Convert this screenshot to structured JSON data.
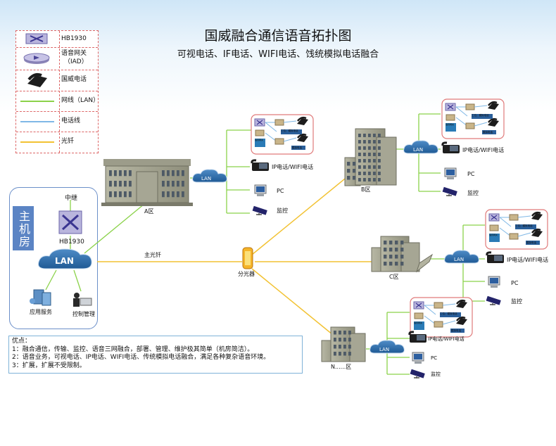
{
  "title": "国威融合通信语音拓扑图",
  "subtitle": "可视电话、IF电话、WIFI电话、饯统模拟电话融合",
  "legend": {
    "items": [
      {
        "label": "HB1930",
        "icon": "switch-icon"
      },
      {
        "label": "语音网关",
        "label2": "（IAD）",
        "icon": "gateway-icon"
      },
      {
        "label": "国威电话",
        "icon": "phone-icon"
      },
      {
        "label": "网线（LAN）",
        "color": "#8bd24a"
      },
      {
        "label": "电话线",
        "color": "#7fb8e6"
      },
      {
        "label": "光钎",
        "color": "#f2c233"
      }
    ]
  },
  "main_room": {
    "label": "主机房",
    "relay_label": "中继",
    "switch_label": "HB1930",
    "lan_label": "LAN",
    "app_server_label": "应用服务",
    "control_label": "控制管理"
  },
  "fiber": {
    "label": "主光钎",
    "splitter_label": "分光器"
  },
  "zones": [
    {
      "name": "A区",
      "lan": "LAN",
      "ipphone": "IP电话/WIFI电话",
      "pc": "PC",
      "monitor": "监控",
      "cluster": {
        "device1": "工位；模拟电话",
        "device2": "语音网关",
        "device3": "模拟电话"
      }
    },
    {
      "name": "B区",
      "lan": "LAN",
      "ipphone": "IP电话/WIFI电话",
      "pc": "PC",
      "monitor": "监控",
      "cluster": {
        "device1": "工位；模拟电话",
        "device2": "语音网关",
        "device3": "模拟电话"
      }
    },
    {
      "name": "C区",
      "lan": "LAN",
      "ipphone": "IP电话/WIFI电话",
      "pc": "PC",
      "monitor": "监控",
      "cluster": {
        "device1": "工位；模拟电话",
        "device2": "语音网关",
        "device3": "模拟电话"
      }
    },
    {
      "name": "N......区",
      "lan": "LAN",
      "ipphone": "IP电话/WIFI电话",
      "pc": "PC",
      "monitor": "监控",
      "cluster": {
        "device1": "工位；模拟电话",
        "device2": "语音网关",
        "device3": "模拟电话"
      }
    }
  ],
  "notes": {
    "heading": "优点：",
    "lines": [
      "1：融合通信，传输、监控、语音三网融合，部署、管理、维护极其简单（机房简洁）。",
      "2：语音业务，可视电话、IP电话、WIFI电话、传统模拟电话融合，满足各种复杂语音环境。",
      "3：扩展，扩展不受限制。"
    ]
  },
  "colors": {
    "lan": "#8bd24a",
    "phone_line": "#7fb8e6",
    "fiber": "#f2c233",
    "lan_cloud": "#2f6aa3"
  }
}
